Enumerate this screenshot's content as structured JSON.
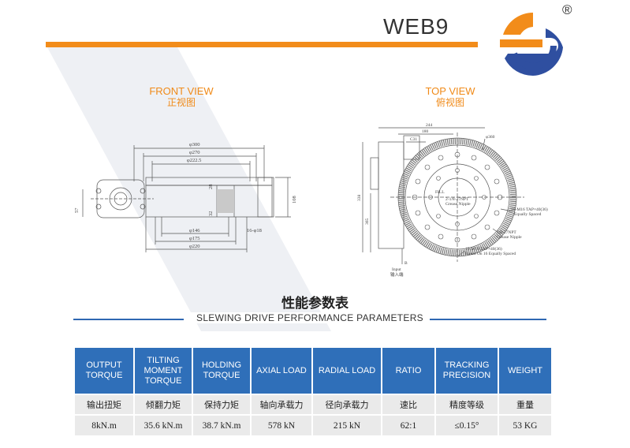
{
  "header": {
    "model": "WEB9",
    "registered_mark": "®",
    "brand_orange": "#f28c1a",
    "brand_blue": "#2f6fb9"
  },
  "front_view": {
    "title_en": "FRONT VIEW",
    "title_cn": "正视图",
    "dims": {
      "d300": "φ300",
      "d270": "φ270",
      "d222_5": "φ222.5",
      "d146": "φ146",
      "d175": "φ175",
      "d220": "φ220",
      "holes": "16-φ18",
      "h57": "57",
      "h108": "108",
      "h28": "28",
      "h32": "32"
    }
  },
  "top_view": {
    "title_en": "TOP VIEW",
    "title_cn": "俯视图",
    "dims": {
      "w244": "244",
      "w180": "180",
      "c31": "C31",
      "d360": "φ360",
      "h338": "338",
      "h365": "365",
      "input_en": "Input",
      "input_cn": "输入端",
      "tap1": "16-M16 TAP×40(36)",
      "tap1b": "Equally Spaced",
      "tap2": "15-M16 TAP×40(36)",
      "tap2b": "Based On 16 Equally Spaced",
      "nipple1": "2-1/8-27NPT",
      "nipple1b": "Grease Nipple",
      "nipple2": "1/8-27NPT",
      "nipple2b": "Grease Nipple",
      "fill": "FILL",
      "marker_b": "B"
    }
  },
  "section": {
    "title_cn": "性能参数表",
    "title_en": "SLEWING DRIVE PERFORMANCE PARAMETERS"
  },
  "table": {
    "headers": [
      "OUTPUT TORQUE",
      "TILTING MOMENT TORQUE",
      "HOLDING TORQUE",
      "AXIAL LOAD",
      "RADIAL LOAD",
      "RATIO",
      "TRACKING PRECISION",
      "WEIGHT"
    ],
    "headers_cn": [
      "输出扭矩",
      "倾翻力矩",
      "保持力矩",
      "轴向承载力",
      "径向承载力",
      "速比",
      "精度等级",
      "重量"
    ],
    "values": [
      "8kN.m",
      "35.6 kN.m",
      "38.7 kN.m",
      "578 kN",
      "215 kN",
      "62:1",
      "≤0.15°",
      "53 KG"
    ]
  }
}
